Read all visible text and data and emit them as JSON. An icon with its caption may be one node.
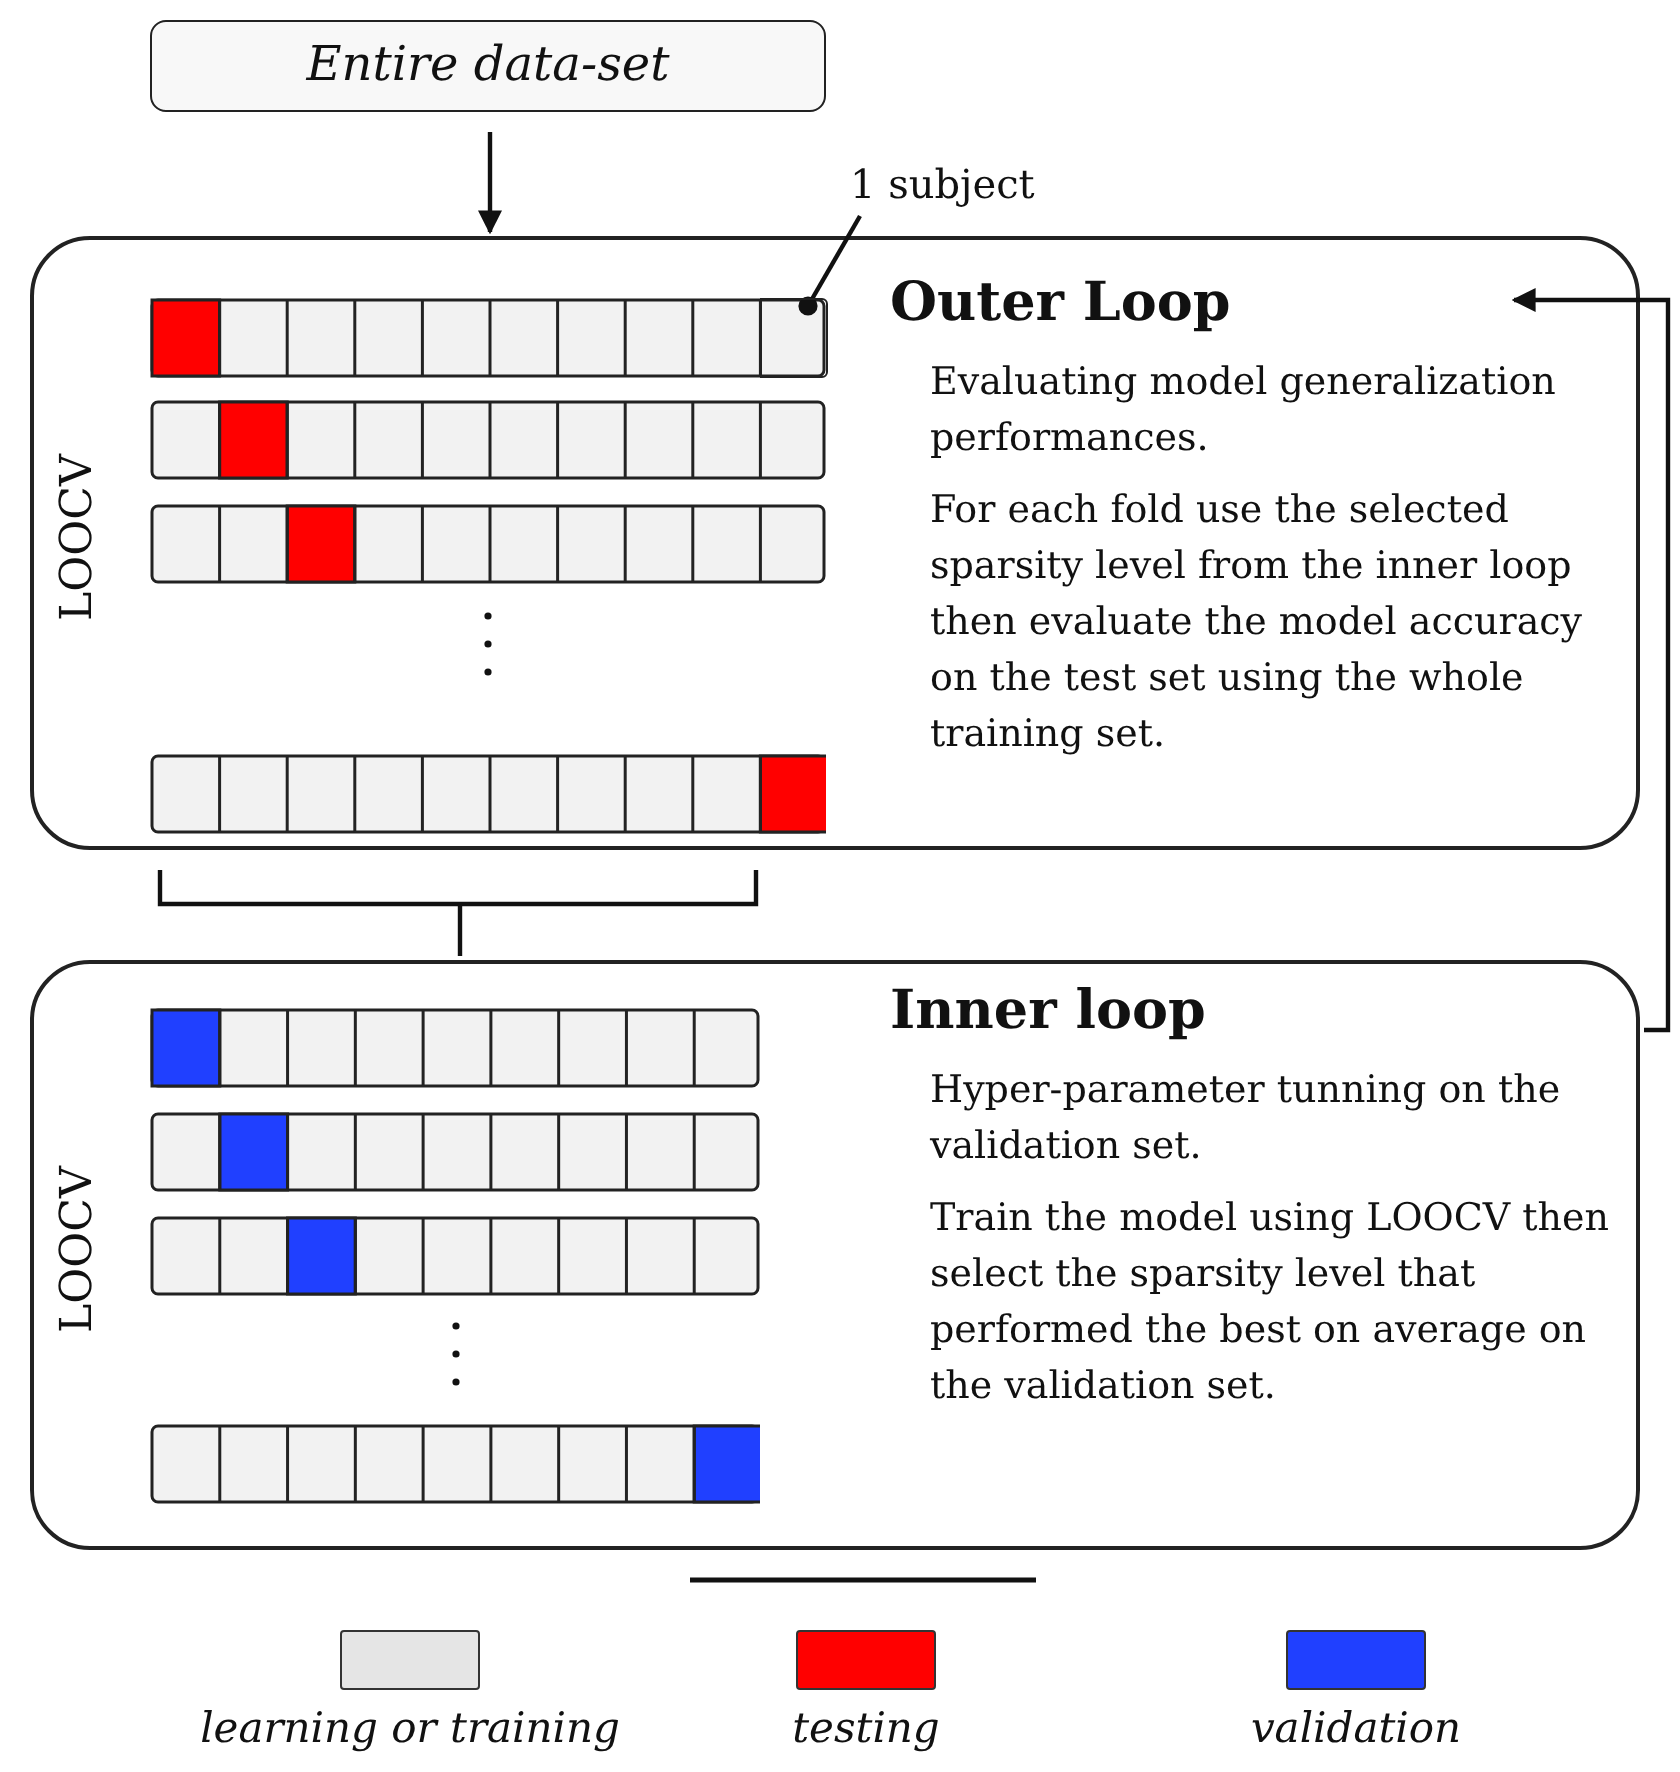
{
  "diagram": {
    "nodes": [
      {
        "text": [
          "Entire data-set"
        ]
      },
      {
        "text": [
          "1 subject"
        ]
      },
      {
        "text": [
          "LOOCV",
          "Outer Loop",
          "Evaluating model generalization performances.",
          "For each fold use the selected sparsity level from the inner loop then evaluate the model accuracy on the test set using the whole training set."
        ]
      },
      {
        "text": [],
        "shape": "box",
        "in": 2
      },
      {
        "text": [
          "LOOCV",
          "Inner loop",
          "Hyper-parameter tunning on the validation set.",
          "Train the model using LOOCV then select the sparsity level that performed the best on average on the validation set."
        ]
      }
    ],
    "edges": [
      {
        "from": 0,
        "to": 2,
        "arrow": "to"
      },
      {
        "from": 1,
        "to": 3,
        "arrow": "other"
      },
      {
        "from": 2,
        "to": 4,
        "arrow": "none"
      },
      {
        "from": 4,
        "to": 2,
        "arrow": "to"
      }
    ],
    "legend": [
      {
        "text": "learning or training",
        "color": "#e5e5e5"
      },
      {
        "text": "testing",
        "color": "#ff0000"
      },
      {
        "text": "validation",
        "color": "#2040ff"
      }
    ]
  }
}
